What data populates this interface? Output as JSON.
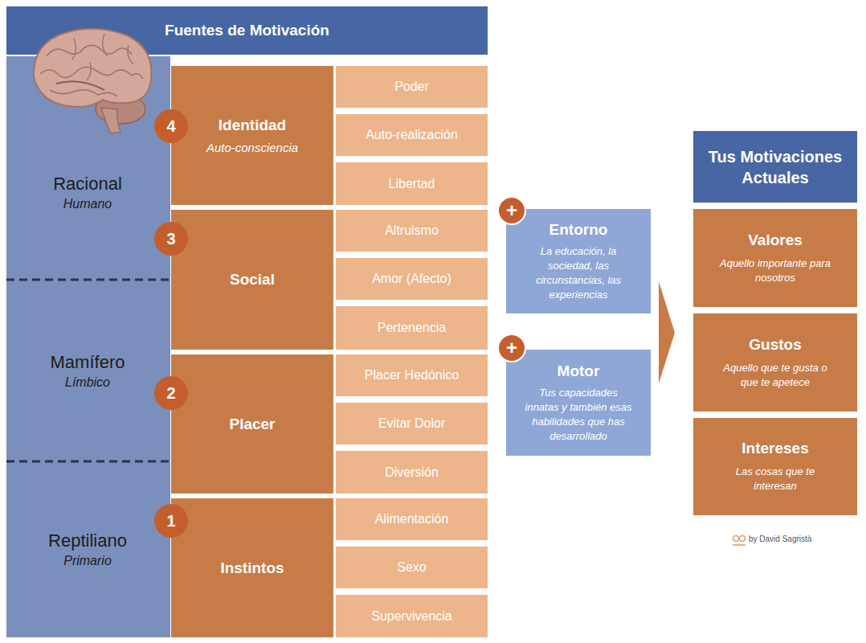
{
  "diagram": {
    "title": "Fuentes de Motivación",
    "nodes": [
      {
        "text": [
          "Racional",
          "Humano"
        ]
      },
      {
        "text": [
          "Mamífero",
          "Límbico"
        ]
      },
      {
        "text": [
          "Reptiliano",
          "Primario"
        ]
      },
      {
        "text": [
          "Identidad",
          "Auto-consciencia"
        ]
      },
      {
        "text": [
          "Poder"
        ]
      },
      {
        "text": [
          "Auto-realización"
        ]
      },
      {
        "text": [
          "Libertad"
        ]
      },
      {
        "text": [
          "Social"
        ]
      },
      {
        "text": [
          "Altruismo"
        ]
      },
      {
        "text": [
          "Amor (Afecto)"
        ]
      },
      {
        "text": [
          "Pertenencia"
        ]
      },
      {
        "text": [
          "Placer"
        ]
      },
      {
        "text": [
          "Placer Hedónico"
        ]
      },
      {
        "text": [
          "Evitar Dolor"
        ]
      },
      {
        "text": [
          "Diversión"
        ]
      },
      {
        "text": [
          "Instintos"
        ]
      },
      {
        "text": [
          "Alimentación"
        ]
      },
      {
        "text": [
          "Sexo"
        ]
      },
      {
        "text": [
          "Supervivencia"
        ]
      },
      {
        "text": [
          "Entorno",
          "La educación, la sociedad, las circunstancias, las experiencias"
        ]
      },
      {
        "text": [
          "Motor",
          "Tus capacidades innatas y también esas habilidades que has desarrollado"
        ]
      },
      {
        "text": [
          "Tus Motivaciones Actuales"
        ]
      },
      {
        "text": [
          "Valores",
          "Aquello importante para nosotros"
        ]
      },
      {
        "text": [
          "Gustos",
          "Aquello que te gusta o que te apetece"
        ]
      },
      {
        "text": [
          "Intereses",
          "Las cosas que te interesan"
        ]
      }
    ],
    "labels": [
      "4",
      "3",
      "2",
      "1",
      "+",
      "+",
      "by David Sagristà"
    ]
  }
}
